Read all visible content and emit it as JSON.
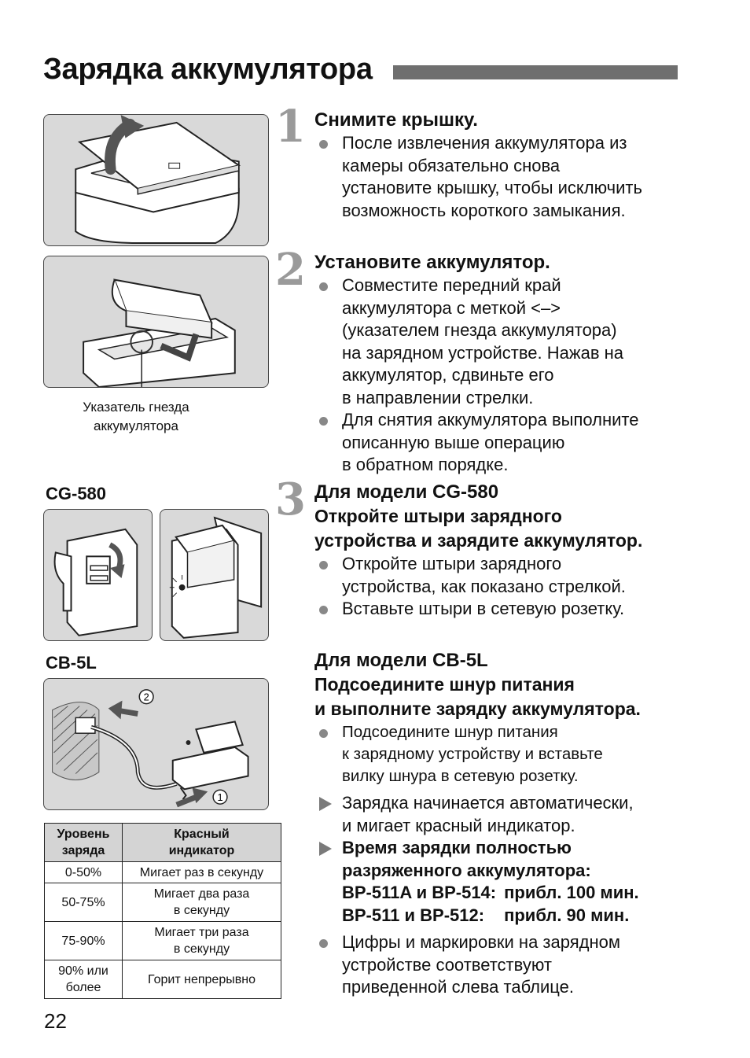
{
  "page": {
    "title": "Зарядка аккумулятора",
    "number": "22"
  },
  "steps": {
    "s1": {
      "num": "1",
      "heading": "Снимите крышку.",
      "bullet1": [
        "После извлечения аккумулятора из",
        "камеры обязательно снова",
        "установите крышку, чтобы исключить",
        "возможность короткого замыкания."
      ]
    },
    "s2": {
      "num": "2",
      "heading": "Установите аккумулятор.",
      "bullet1": [
        "Совместите передний край",
        "аккумулятора с меткой <–>",
        "(указателем гнезда аккумулятора)",
        "на зарядном устройстве. Нажав на",
        "аккумулятор, сдвиньте его",
        "в направлении стрелки."
      ],
      "bullet2": [
        "Для снятия аккумулятора выполните",
        "описанную выше операцию",
        "в обратном порядке."
      ]
    },
    "s3": {
      "num": "3",
      "heading": "Для модели CG-580",
      "subheading": [
        "Откройте штыри зарядного",
        "устройства и зарядите аккумулятор."
      ],
      "bullet1": [
        "Откройте штыри зарядного",
        "устройства, как показано стрелкой."
      ],
      "bullet2": [
        "Вставьте штыри в сетевую розетку."
      ]
    },
    "s4": {
      "heading": "Для модели CB-5L",
      "subheading": [
        "Подсоедините шнур питания",
        "и выполните зарядку аккумулятора."
      ],
      "bullet1": [
        "Подсоедините шнур питания",
        "к зарядному устройству и вставьте",
        "вилку шнура в сетевую розетку."
      ],
      "arrow1": [
        "Зарядка начинается автоматически,",
        "и мигает красный индикатор."
      ],
      "arrow2": {
        "title1": "Время зарядки полностью",
        "title2": "разряженного аккумулятора:",
        "row1_model": "BP-511A и BP-514:",
        "row1_time": "прибл. 100 мин.",
        "row2_model": "BP-511 и BP-512:",
        "row2_time": "прибл. 90 мин."
      },
      "bullet2": [
        "Цифры и маркировки на зарядном",
        "устройстве соответствуют",
        "приведенной слева таблице."
      ]
    }
  },
  "labels": {
    "cg580": "CG-580",
    "cb5l": "CB-5L",
    "indicator_caption": [
      "Указатель гнезда",
      "аккумулятора"
    ],
    "circle1": "1",
    "circle2": "2"
  },
  "table": {
    "header": [
      [
        "Уровень",
        "заряда"
      ],
      [
        "Красный",
        "индикатор"
      ]
    ],
    "rows": [
      {
        "level": [
          "0-50%"
        ],
        "state": [
          "Мигает раз в секунду"
        ]
      },
      {
        "level": [
          "50-75%"
        ],
        "state": [
          "Мигает два раза",
          "в секунду"
        ]
      },
      {
        "level": [
          "75-90%"
        ],
        "state": [
          "Мигает три раза",
          "в секунду"
        ]
      },
      {
        "level": [
          "90% или",
          "более"
        ],
        "state": [
          "Горит непрерывно"
        ]
      }
    ]
  }
}
